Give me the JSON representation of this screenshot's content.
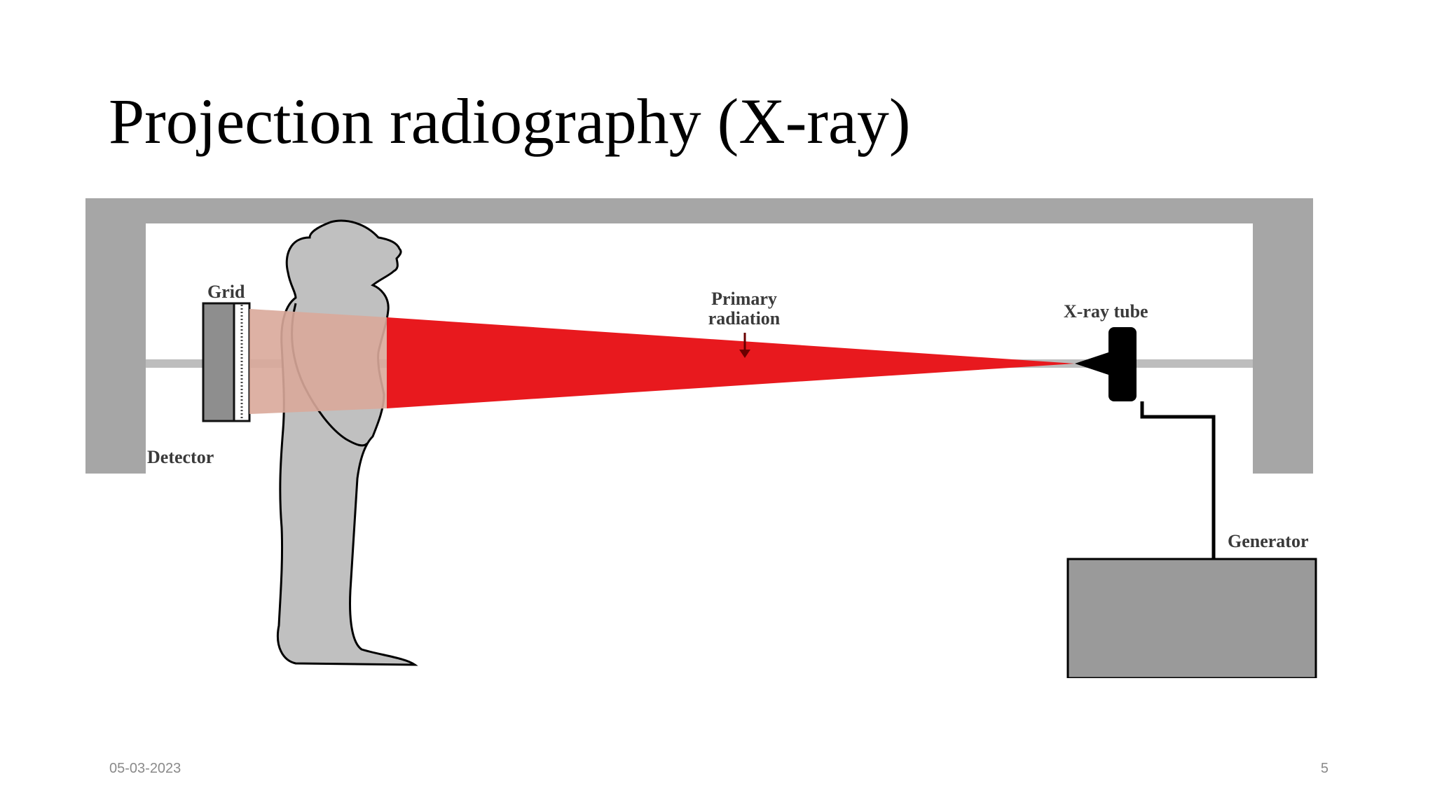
{
  "slide": {
    "title": "Projection radiography (X-ray)",
    "date": "05-03-2023",
    "page_number": "5"
  },
  "diagram": {
    "labels": {
      "grid": "Grid",
      "detector": "Detector",
      "primary_radiation_line1": "Primary",
      "primary_radiation_line2": "radiation",
      "xray_tube": "X-ray tube",
      "generator": "Generator"
    },
    "colors": {
      "frame": "#a6a6a6",
      "beam": "#e8191e",
      "beam_through_body": "#d9a89a",
      "body": "#c0c0c0",
      "generator": "#9a9a9a",
      "tube": "#000000"
    }
  }
}
